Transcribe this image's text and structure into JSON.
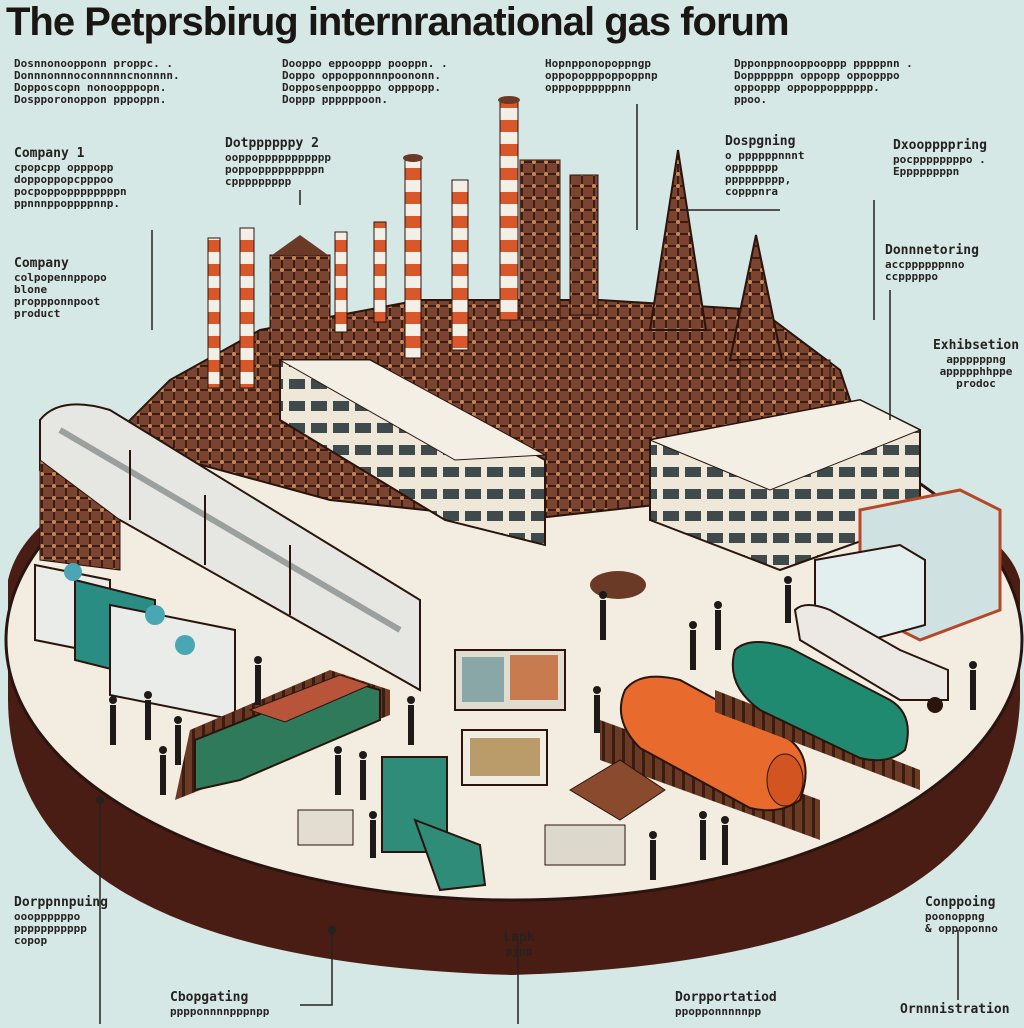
{
  "title": "The Petprsbirug internranational  gas forum",
  "annotations": [
    {
      "id": "ann-top-1",
      "lines": "Dosnnonoopponn proppc. .\nDonnnonnnoconnnnncnonnnn.\nDopposcopn nonoopppopn.\nDospporonoppon pppoppn."
    },
    {
      "id": "ann-top-2",
      "lines": "Dooppo eppooppp pooppn. .\nDoppo oppopponnnpoononn.\nDopposenpoopppo opppopp.\nDoppp ppppppoon."
    },
    {
      "id": "ann-top-3",
      "lines": "Hopnpponopoppngp\noppopopppoppoppnp\nopppoppppppnn"
    },
    {
      "id": "ann-top-4",
      "lines": "Dpponppnooppooppp pppppnn .\nDoppppppn oppopp oppopppo\noppoppp oppoppopppppp.\nppoo."
    },
    {
      "id": "ann-company-1",
      "head": "Company 1",
      "lines": "cpopcpp opppopp\ndoppoppopcpppoo\npocpoppoppppppppn\nppnnnppoppppnnp."
    },
    {
      "id": "ann-company-2",
      "head": "Dotppppppy 2",
      "lines": "ooppoppppppppppp\npoppopppppppppn\ncppppppppp"
    },
    {
      "id": "ann-designing",
      "head": "Dospgning",
      "lines": "o ppppppnnnt\noppppppp\nppppppppp,\ncopppnra"
    },
    {
      "id": "ann-top-right",
      "head": "Dxooppppring",
      "lines": "pocppppppppo .\nEppppppppn"
    },
    {
      "id": "ann-company-left",
      "head": "Company",
      "lines": "colpopennppopo\nblone\nproppponnpoot\nproduct"
    },
    {
      "id": "ann-dontering",
      "head": "Donnnetoring",
      "lines": "accppppppnno\nccpppppo"
    },
    {
      "id": "ann-exhibition",
      "head": "Exhibsetion",
      "lines": "appppppng\nappppphhppe\nprodoc"
    },
    {
      "id": "ann-bottom-left",
      "head": "Dorppnnpuing",
      "lines": "oooppppppo\nppppppppppp\ncopop"
    },
    {
      "id": "ann-bottom-right",
      "head": "Conppoing",
      "lines": "poonoppng\n& oppoponno"
    },
    {
      "id": "ann-bottom-center",
      "head": "Lapk",
      "lines": "pjpp"
    },
    {
      "id": "ann-bottom-c1",
      "head": "Cbopgating",
      "lines": "pppponnnnpppnpp"
    },
    {
      "id": "ann-bottom-c2",
      "head": "Dorpportatiod",
      "lines": "ppopponnnnnpp"
    },
    {
      "id": "ann-bottom-c3",
      "head": "Ornnnistration",
      "lines": ""
    }
  ],
  "colors": {
    "background": "#d5e8e6",
    "platform_top": "#f2ede0",
    "platform_side": "#4a1d14",
    "refinery": "#6b3a26",
    "stack_red": "#d9582b",
    "tank_orange": "#e86a2c",
    "tank_green": "#1f8a70",
    "building": "#efe8d8"
  }
}
